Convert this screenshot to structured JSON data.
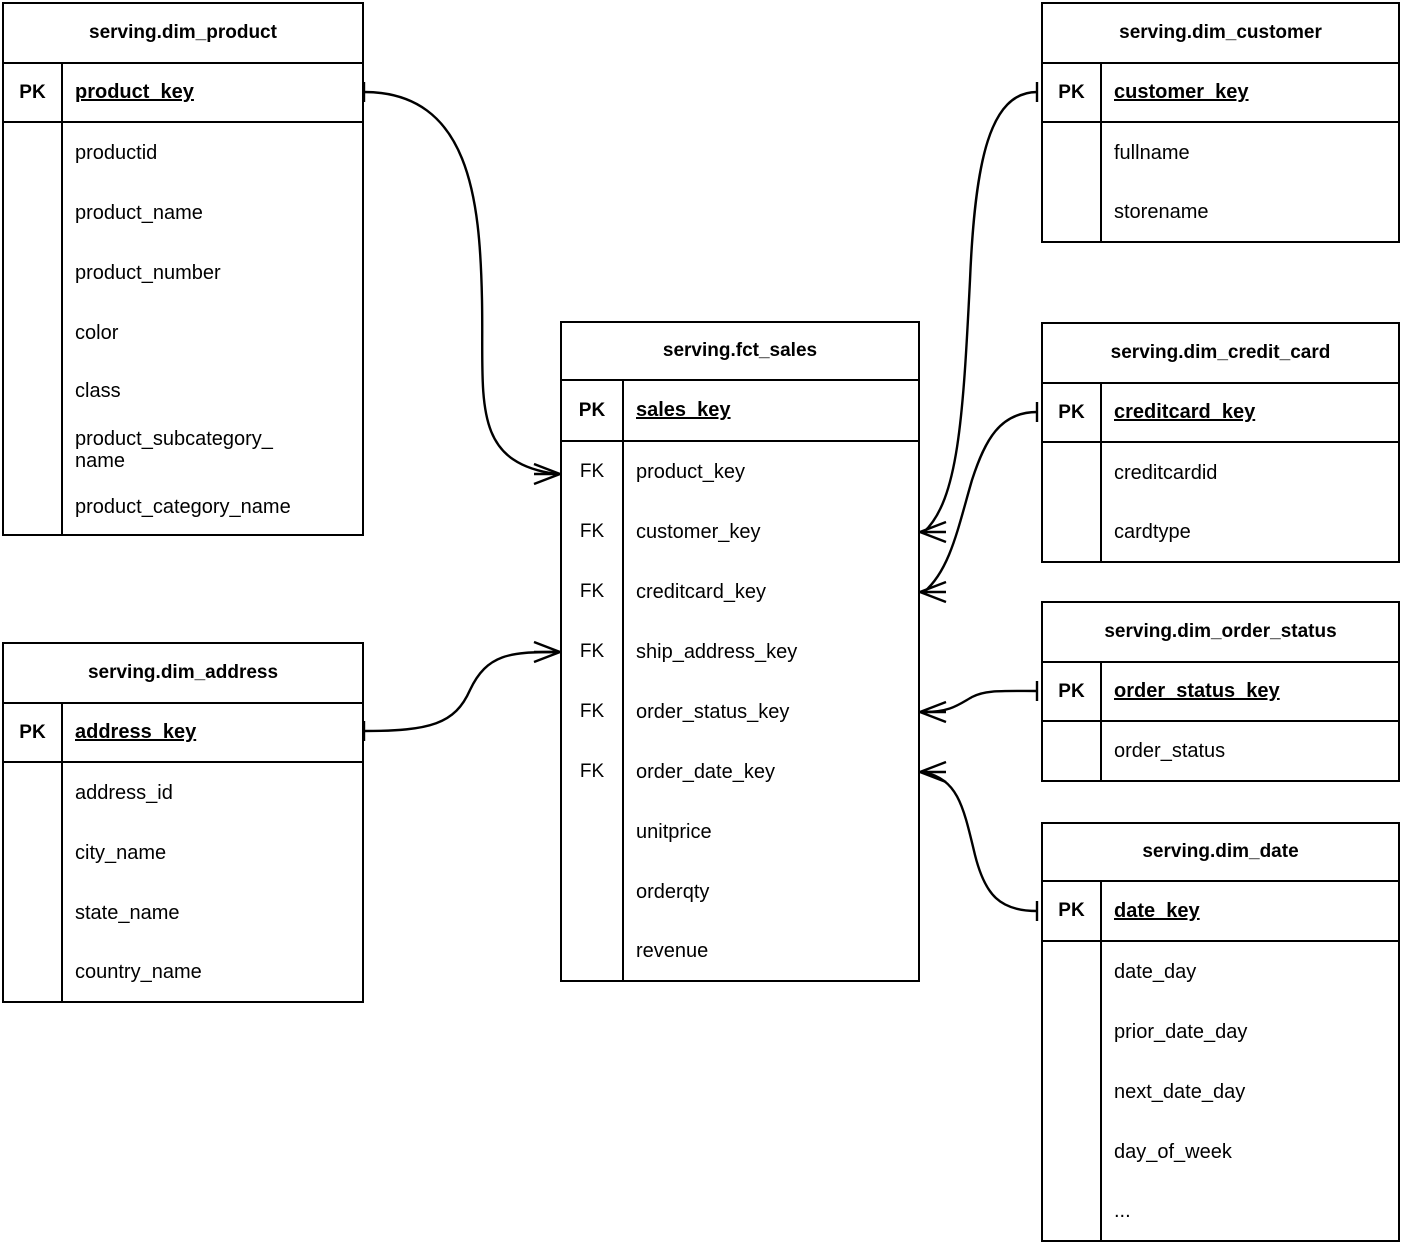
{
  "diagram": {
    "title": "serving layer star schema",
    "notation": "crow's foot",
    "background": "#ffffff",
    "line_color": "#000000"
  },
  "entities": {
    "dim_product": {
      "title": "serving.dim_product",
      "pk_label": "PK",
      "pk_column": "product_key",
      "attributes": [
        "productid",
        "product_name",
        "product_number",
        "color",
        "class",
        "product_subcategory_\nname",
        "product_category_name"
      ]
    },
    "dim_address": {
      "title": "serving.dim_address",
      "pk_label": "PK",
      "pk_column": "address_key",
      "attributes": [
        "address_id",
        "city_name",
        "state_name",
        "country_name"
      ]
    },
    "fct_sales": {
      "title": "serving.fct_sales",
      "pk_label": "PK",
      "pk_column": "sales_key",
      "fk_label": "FK",
      "foreign_keys": [
        "product_key",
        "customer_key",
        "creditcard_key",
        "ship_address_key",
        "order_status_key",
        "order_date_key"
      ],
      "measures": [
        "unitprice",
        "orderqty",
        "revenue"
      ]
    },
    "dim_customer": {
      "title": "serving.dim_customer",
      "pk_label": "PK",
      "pk_column": "customer_key",
      "attributes": [
        "fullname",
        "storename"
      ]
    },
    "dim_credit_card": {
      "title": "serving.dim_credit_card",
      "pk_label": "PK",
      "pk_column": "creditcard_key",
      "attributes": [
        "creditcardid",
        "cardtype"
      ]
    },
    "dim_order_status": {
      "title": "serving.dim_order_status",
      "pk_label": "PK",
      "pk_column": "order_status_key",
      "attributes": [
        "order_status"
      ]
    },
    "dim_date": {
      "title": "serving.dim_date",
      "pk_label": "PK",
      "pk_column": "date_key",
      "attributes": [
        "date_day",
        "prior_date_day",
        "next_date_day",
        "day_of_week",
        "..."
      ]
    }
  },
  "relationships": [
    {
      "from": "dim_product",
      "from_column": "product_key",
      "to": "fct_sales",
      "to_column": "product_key",
      "from_cardinality": "one",
      "to_cardinality": "many"
    },
    {
      "from": "dim_address",
      "from_column": "address_key",
      "to": "fct_sales",
      "to_column": "ship_address_key",
      "from_cardinality": "one",
      "to_cardinality": "many"
    },
    {
      "from": "dim_customer",
      "from_column": "customer_key",
      "to": "fct_sales",
      "to_column": "customer_key",
      "from_cardinality": "one",
      "to_cardinality": "many"
    },
    {
      "from": "dim_credit_card",
      "from_column": "creditcard_key",
      "to": "fct_sales",
      "to_column": "creditcard_key",
      "from_cardinality": "one",
      "to_cardinality": "many"
    },
    {
      "from": "dim_order_status",
      "from_column": "order_status_key",
      "to": "fct_sales",
      "to_column": "order_status_key",
      "from_cardinality": "one",
      "to_cardinality": "many"
    },
    {
      "from": "dim_date",
      "from_column": "date_key",
      "to": "fct_sales",
      "to_column": "order_date_key",
      "from_cardinality": "one",
      "to_cardinality": "many"
    }
  ]
}
